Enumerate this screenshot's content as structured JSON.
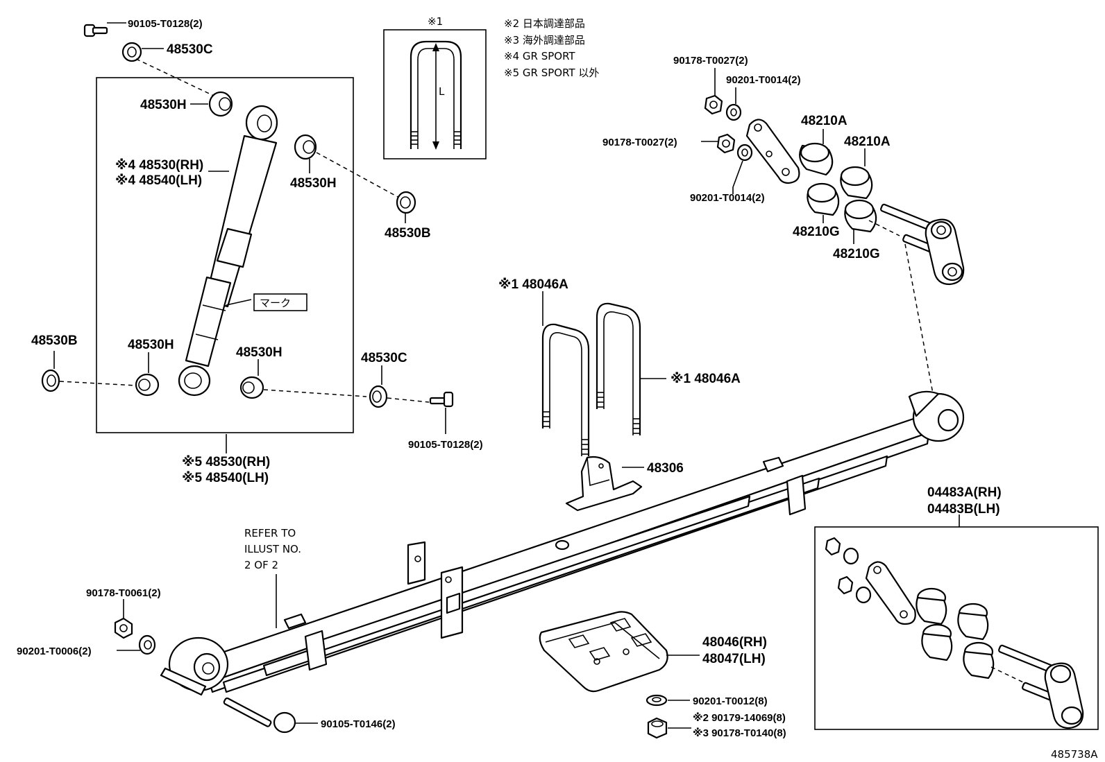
{
  "notes": {
    "n1": "※1",
    "n2": "※2 日本調達部品",
    "n3": "※3 海外調達部品",
    "n4": "※4 GR SPORT",
    "n5": "※5 GR SPORT 以外"
  },
  "inset_dim": "L",
  "mark_label": "マーク",
  "refer": [
    "REFER TO",
    "ILLUST NO.",
    "2 OF 2"
  ],
  "figure_id": "485738A",
  "labels": {
    "bolt_top": "90105-T0128(2)",
    "bush_c_top": "48530C",
    "bush_h_top": "48530H",
    "shock_rh": "※4 48530(RH)",
    "shock_lh": "※4 48540(LH)",
    "bush_h_right": "48530H",
    "bush_b_right": "48530B",
    "bush_b_left": "48530B",
    "bush_h_low_l": "48530H",
    "bush_h_low_r": "48530H",
    "bush_c_low": "48530C",
    "bolt_low": "90105-T0128(2)",
    "shock5_rh": "※5 48530(RH)",
    "shock5_lh": "※5 48540(LH)",
    "nut_1": "90178-T0027(2)",
    "wash_1": "90201-T0014(2)",
    "nut_2": "90178-T0027(2)",
    "wash_2": "90201-T0014(2)",
    "bush_a1": "48210A",
    "bush_a2": "48210A",
    "bush_g1": "48210G",
    "bush_g2": "48210G",
    "ubolt_1": "※1 48046A",
    "ubolt_2": "※1 48046A",
    "bumper": "48306",
    "shackle_rh": "04483A(RH)",
    "shackle_lh": "04483B(LH)",
    "nut_3": "90178-T0061(2)",
    "wash_3": "90201-T0006(2)",
    "seat_rh": "48046(RH)",
    "seat_lh": "48047(LH)",
    "bolt_front": "90105-T0146(2)",
    "wash_4": "90201-T0012(8)",
    "nut_4": "※2 90179-14069(8)",
    "nut_5": "※3 90178-T0140(8)"
  }
}
